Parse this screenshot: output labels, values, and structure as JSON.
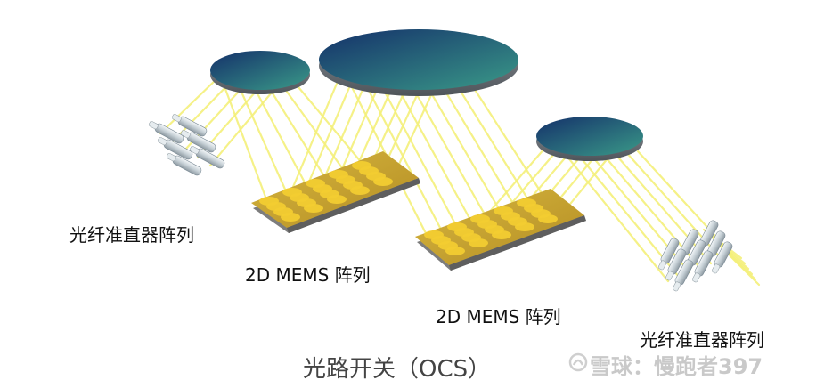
{
  "labels": {
    "collimator_left": "光纤准直器阵列",
    "mems_left": "2D MEMS 阵列",
    "mems_right": "2D MEMS 阵列",
    "collimator_right": "光纤准直器阵列",
    "title": "光路开关（OCS）",
    "watermark": "雪球：慢跑者397"
  },
  "colors": {
    "beam": "#f4ef7a",
    "mirror_dark": "#14306a",
    "mirror_light": "#3a9a88",
    "mems_chip": "#c9a230",
    "mems_cell": "#f2cc32"
  }
}
